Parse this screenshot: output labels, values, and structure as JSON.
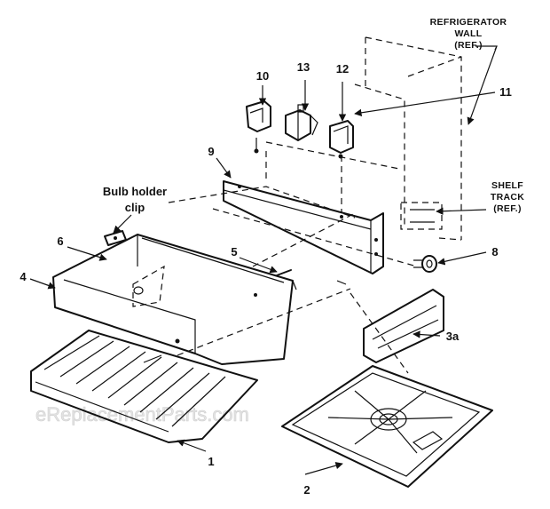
{
  "labels": {
    "refrigerator_wall": [
      "REFRIGERATOR",
      "WALL",
      "(REF.)"
    ],
    "shelf_track": [
      "SHELF",
      "TRACK",
      "(REF.)"
    ],
    "bulb_holder_clip": [
      "Bulb holder",
      "clip"
    ],
    "parts": {
      "p1": "1",
      "p2": "2",
      "p3a": "3a",
      "p4": "4",
      "p5": "5",
      "p6": "6",
      "p8": "8",
      "p9": "9",
      "p10": "10",
      "p11": "11",
      "p12": "12",
      "p13": "13"
    }
  },
  "watermark": "eReplacementParts.com"
}
